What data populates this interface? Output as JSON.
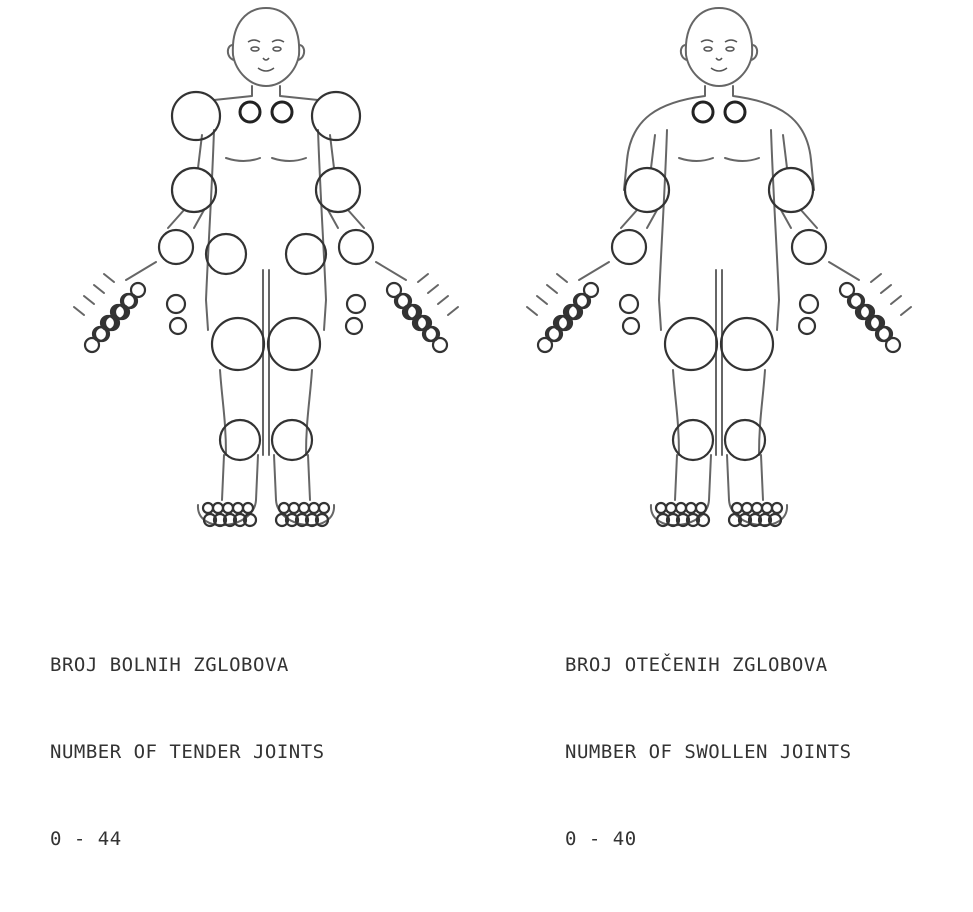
{
  "figures": [
    {
      "id": "tender",
      "title_line1": "BROJ BOLNIH ZGLOBOVA",
      "title_line2": "NUMBER OF TENDER JOINTS",
      "range": "0 - 44"
    },
    {
      "id": "swollen",
      "title_line1": "BROJ OTEČENIH ZGLOBOVA",
      "title_line2": "NUMBER OF SWOLLEN JOINTS",
      "range": "0 - 40"
    }
  ],
  "colors": {
    "outline": "#666666",
    "joint": "#333333",
    "text": "#333333",
    "background": "#ffffff"
  }
}
